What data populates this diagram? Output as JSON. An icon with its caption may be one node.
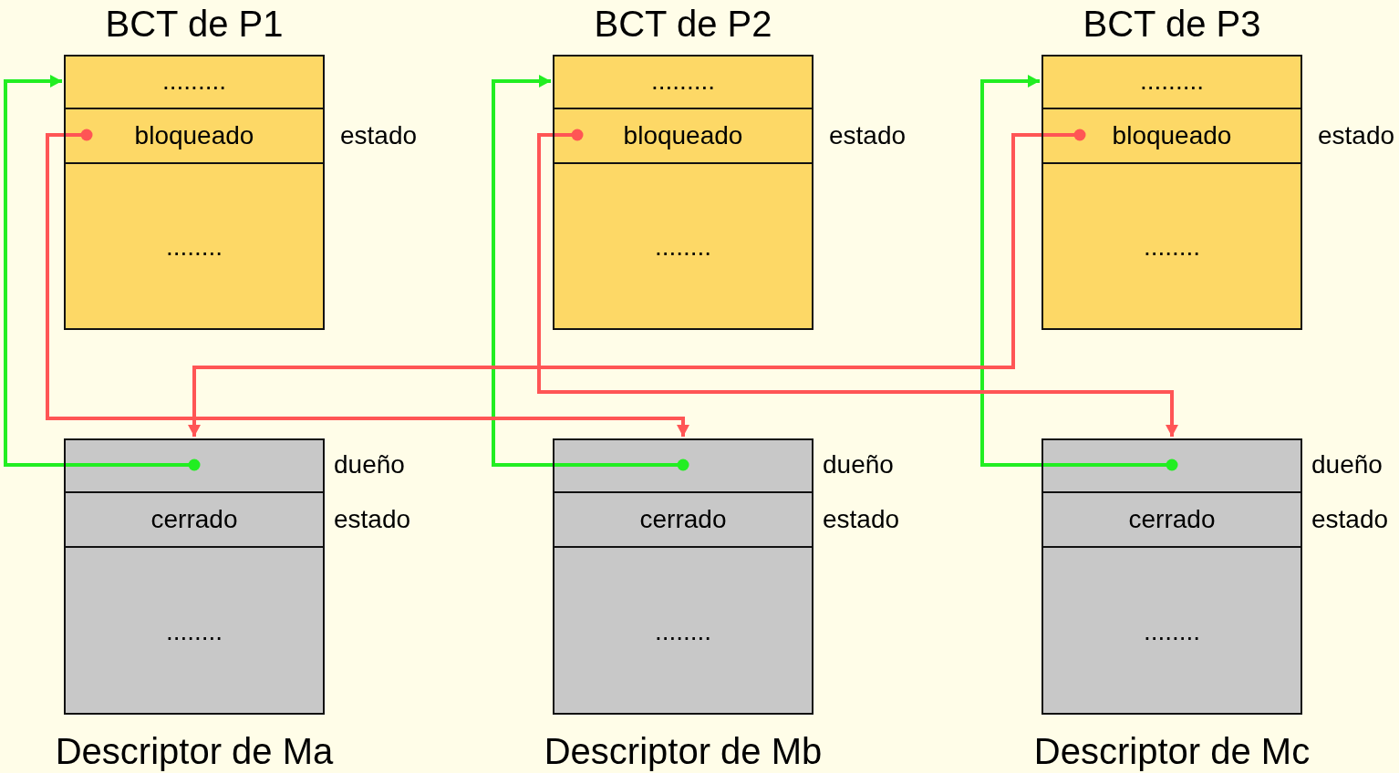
{
  "diagram": {
    "nodes": [
      {
        "text": [
          "BCT de P1"
        ]
      },
      {
        "text": [
          "........."
        ],
        "in": 0
      },
      {
        "text": [
          "bloqueado"
        ],
        "in": 0,
        "beside": [
          "estado"
        ]
      },
      {
        "text": [
          "........"
        ],
        "in": 0
      },
      {
        "text": [
          "BCT de P2"
        ]
      },
      {
        "text": [
          "........."
        ],
        "in": 4
      },
      {
        "text": [
          "bloqueado"
        ],
        "in": 4,
        "beside": [
          "estado"
        ]
      },
      {
        "text": [
          "........"
        ],
        "in": 4
      },
      {
        "text": [
          "BCT de P3"
        ]
      },
      {
        "text": [
          "........."
        ],
        "in": 8
      },
      {
        "text": [
          "bloqueado"
        ],
        "in": 8,
        "beside": [
          "estado"
        ]
      },
      {
        "text": [
          "........"
        ],
        "in": 8
      },
      {
        "text": [
          "Descriptor de Ma"
        ]
      },
      {
        "text": [],
        "shape": "box",
        "in": 12,
        "beside": [
          "dueño"
        ]
      },
      {
        "text": [
          "cerrado"
        ],
        "in": 12,
        "beside": [
          "estado"
        ]
      },
      {
        "text": [
          "........"
        ],
        "in": 12
      },
      {
        "text": [
          "Descriptor de Mb"
        ]
      },
      {
        "text": [],
        "shape": "box",
        "in": 16,
        "beside": [
          "dueño"
        ]
      },
      {
        "text": [
          "cerrado"
        ],
        "in": 16,
        "beside": [
          "estado"
        ]
      },
      {
        "text": [
          "........"
        ],
        "in": 16
      },
      {
        "text": [
          "Descriptor de Mc"
        ]
      },
      {
        "text": [],
        "shape": "box",
        "in": 20,
        "beside": [
          "dueño"
        ]
      },
      {
        "text": [
          "cerrado"
        ],
        "in": 20,
        "beside": [
          "estado"
        ]
      },
      {
        "text": [
          "........"
        ],
        "in": 20
      }
    ],
    "edges": [
      {
        "from": 13,
        "to": 1,
        "arrow": "to",
        "color": "#22ee22"
      },
      {
        "from": 17,
        "to": 5,
        "arrow": "to",
        "color": "#22ee22"
      },
      {
        "from": 21,
        "to": 9,
        "arrow": "to",
        "color": "#22ee22"
      },
      {
        "from": 2,
        "to": 17,
        "arrow": "to",
        "color": "#ff5555"
      },
      {
        "from": 6,
        "to": 21,
        "arrow": "to",
        "color": "#ff5555"
      },
      {
        "from": 10,
        "to": 13,
        "arrow": "to",
        "color": "#ff5555"
      }
    ]
  }
}
